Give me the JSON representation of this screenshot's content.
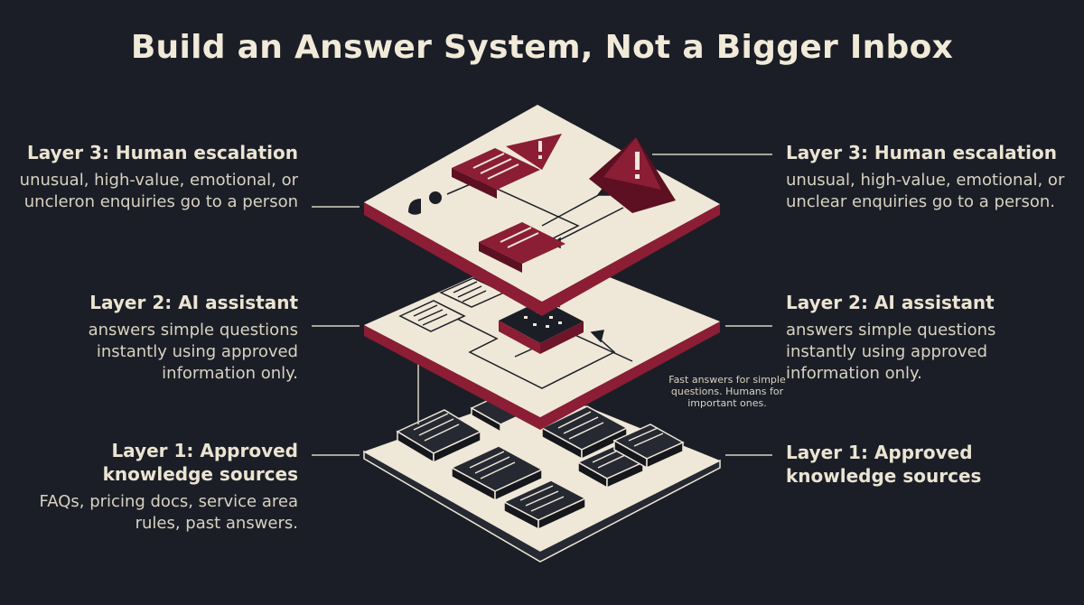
{
  "title": "Build an Answer System, Not a Bigger Inbox",
  "left_labels": {
    "layer3": {
      "heading": "Layer 3: Human escalation",
      "description": "unusual, high-value, emotional, or uncleron enquiries go to a person"
    },
    "layer2": {
      "heading": "Layer 2: AI assistant",
      "description": "answers simple questions instantly using approved information only."
    },
    "layer1": {
      "heading": "Layer 1: Approved knowledge sources",
      "description": "FAQs, pricing docs, service area rules, past answers."
    }
  },
  "right_labels": {
    "layer3": {
      "heading": "Layer 3: Human escalation",
      "description": "unusual, high-value, emotional, or unclear enquiries go to a person."
    },
    "layer2": {
      "heading": "Layer 2: AI assistant",
      "description": "answers simple questions instantly using approved information only."
    },
    "layer1": {
      "heading": "Layer 1: Approved knowledge sources"
    }
  },
  "center_note": "Fast answers for simple questions. Humans for important ones.",
  "colors": {
    "background": "#1b1e26",
    "layer_face": "#efe8d8",
    "accent_red": "#8b1d35",
    "ink": "#1b1e26"
  },
  "icons": [
    "warning-icon",
    "chat-bubble-icon",
    "person-icon",
    "document-icon",
    "ai-chip-icon"
  ]
}
